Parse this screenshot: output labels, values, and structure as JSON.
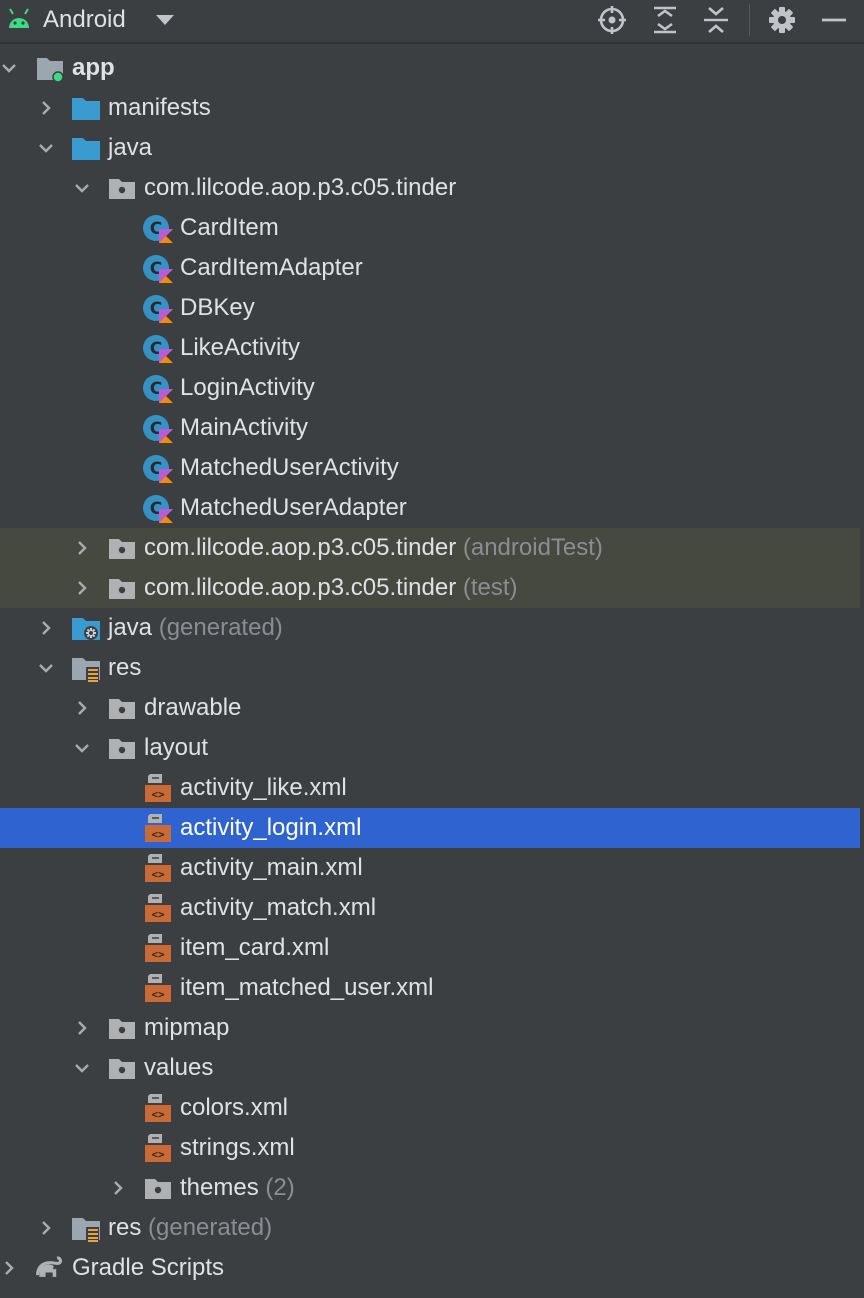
{
  "toolbar": {
    "view_label": "Android",
    "icons": [
      "android-icon",
      "dropdown-icon",
      "locate-icon",
      "expand-all-icon",
      "collapse-all-icon",
      "gear-icon",
      "minimize-icon"
    ]
  },
  "colors": {
    "background": "#3c3f41",
    "selection": "#2e63d0",
    "test_highlight": "#45493f",
    "folder_blue": "#3a9bd1",
    "xml_orange": "#cc6a36"
  },
  "tree": [
    {
      "label": "app",
      "suffix": "",
      "expanded": true,
      "icon": "module-icon",
      "bold": true
    },
    {
      "label": "manifests",
      "suffix": "",
      "expanded": false,
      "icon": "folder-icon"
    },
    {
      "label": "java",
      "suffix": "",
      "expanded": true,
      "icon": "folder-icon"
    },
    {
      "label": "com.lilcode.aop.p3.c05.tinder",
      "suffix": "",
      "expanded": true,
      "icon": "package-icon"
    },
    {
      "label": "CardItem",
      "suffix": "",
      "icon": "kotlin-class-icon"
    },
    {
      "label": "CardItemAdapter",
      "suffix": "",
      "icon": "kotlin-class-icon"
    },
    {
      "label": "DBKey",
      "suffix": "",
      "icon": "kotlin-class-icon"
    },
    {
      "label": "LikeActivity",
      "suffix": "",
      "icon": "kotlin-class-icon"
    },
    {
      "label": "LoginActivity",
      "suffix": "",
      "icon": "kotlin-class-icon"
    },
    {
      "label": "MainActivity",
      "suffix": "",
      "icon": "kotlin-class-icon"
    },
    {
      "label": "MatchedUserActivity",
      "suffix": "",
      "icon": "kotlin-class-icon"
    },
    {
      "label": "MatchedUserAdapter",
      "suffix": "",
      "icon": "kotlin-class-icon"
    },
    {
      "label": "com.lilcode.aop.p3.c05.tinder",
      "suffix": "(androidTest)",
      "expanded": false,
      "icon": "package-icon",
      "highlight": true
    },
    {
      "label": "com.lilcode.aop.p3.c05.tinder",
      "suffix": "(test)",
      "expanded": false,
      "icon": "package-icon",
      "highlight": true
    },
    {
      "label": "java",
      "suffix": "(generated)",
      "expanded": false,
      "icon": "generated-folder-icon"
    },
    {
      "label": "res",
      "suffix": "",
      "expanded": true,
      "icon": "res-folder-icon"
    },
    {
      "label": "drawable",
      "suffix": "",
      "expanded": false,
      "icon": "package-icon"
    },
    {
      "label": "layout",
      "suffix": "",
      "expanded": true,
      "icon": "package-icon"
    },
    {
      "label": "activity_like.xml",
      "suffix": "",
      "icon": "xml-file-icon"
    },
    {
      "label": "activity_login.xml",
      "suffix": "",
      "icon": "xml-file-icon",
      "selected": true
    },
    {
      "label": "activity_main.xml",
      "suffix": "",
      "icon": "xml-file-icon"
    },
    {
      "label": "activity_match.xml",
      "suffix": "",
      "icon": "xml-file-icon"
    },
    {
      "label": "item_card.xml",
      "suffix": "",
      "icon": "xml-file-icon"
    },
    {
      "label": "item_matched_user.xml",
      "suffix": "",
      "icon": "xml-file-icon"
    },
    {
      "label": "mipmap",
      "suffix": "",
      "expanded": false,
      "icon": "package-icon"
    },
    {
      "label": "values",
      "suffix": "",
      "expanded": true,
      "icon": "package-icon"
    },
    {
      "label": "colors.xml",
      "suffix": "",
      "icon": "xml-file-icon"
    },
    {
      "label": "strings.xml",
      "suffix": "",
      "icon": "xml-file-icon"
    },
    {
      "label": "themes",
      "suffix": "(2)",
      "expanded": false,
      "icon": "package-icon"
    },
    {
      "label": "res",
      "suffix": "(generated)",
      "expanded": false,
      "icon": "res-folder-icon"
    },
    {
      "label": "Gradle Scripts",
      "suffix": "",
      "expanded": false,
      "icon": "gradle-icon"
    }
  ]
}
